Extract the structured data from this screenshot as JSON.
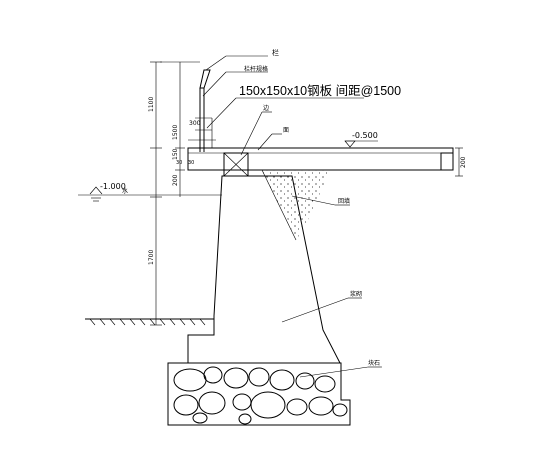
{
  "labels": {
    "railing": "栏",
    "railing_spec": "栏杆规格",
    "post_spec": "150x150x10钢板 间距@1500",
    "edge": "边",
    "deck": "面",
    "water_level": "-1.000",
    "water_mark": "水",
    "deck_level": "-0.500",
    "fill_material": "回填",
    "masonry": "浆砌",
    "rubble_base": "块石"
  },
  "dimensions": {
    "rail_height": "1100",
    "total_height": "1500",
    "h_150": "150",
    "h_200": "200",
    "wall_height": "1700",
    "w_300": "300",
    "w_30": "30",
    "w_30b": "30",
    "right_200": "200"
  },
  "colors": {
    "line": "#000000",
    "background": "#ffffff"
  }
}
